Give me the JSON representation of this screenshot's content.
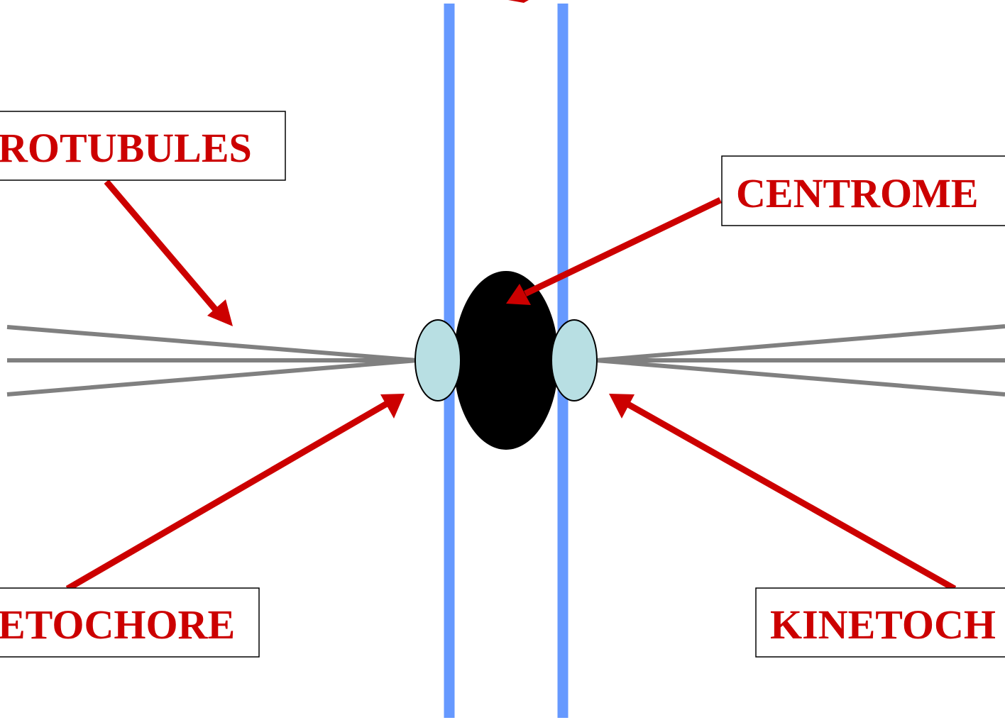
{
  "labels": {
    "microtubules": "ROTUBULES",
    "centromere": "CENTROME",
    "kinetochore_left": "ETOCHORE",
    "kinetochore_right": "KINETOCH"
  },
  "colors": {
    "label_text": "#cc0000",
    "arrow": "#cc0000",
    "chromatid_line": "#6699ff",
    "microtubule": "#808080",
    "centromere_fill": "#000000",
    "kinetochore_fill": "#b8dfe3",
    "box_border": "#000000",
    "background": "#ffffff"
  }
}
